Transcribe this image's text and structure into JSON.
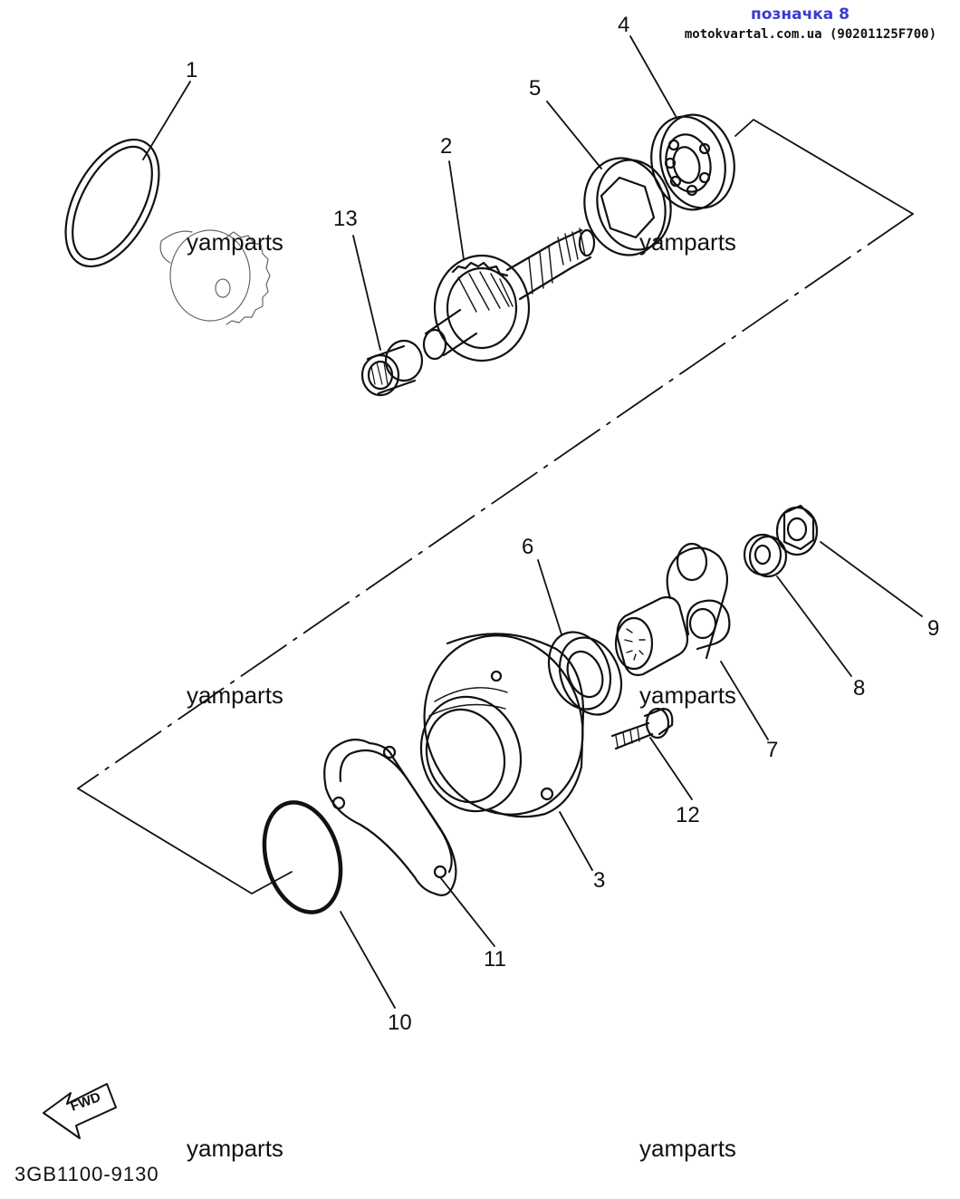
{
  "header": {
    "tag": "позначка 8",
    "source": "motokvartal.com.ua (90201125F700)"
  },
  "callouts": [
    "1",
    "2",
    "3",
    "4",
    "5",
    "6",
    "7",
    "8",
    "9",
    "10",
    "11",
    "12",
    "13"
  ],
  "watermarks": [
    "yamparts",
    "yamparts",
    "yamparts",
    "yamparts",
    "yamparts",
    "yamparts"
  ],
  "fwd_label": "FWD",
  "diagram_code": "3GB1100-9130",
  "colors": {
    "ink": "#111111",
    "header_accent": "#3a3ad0",
    "background": "#ffffff"
  }
}
